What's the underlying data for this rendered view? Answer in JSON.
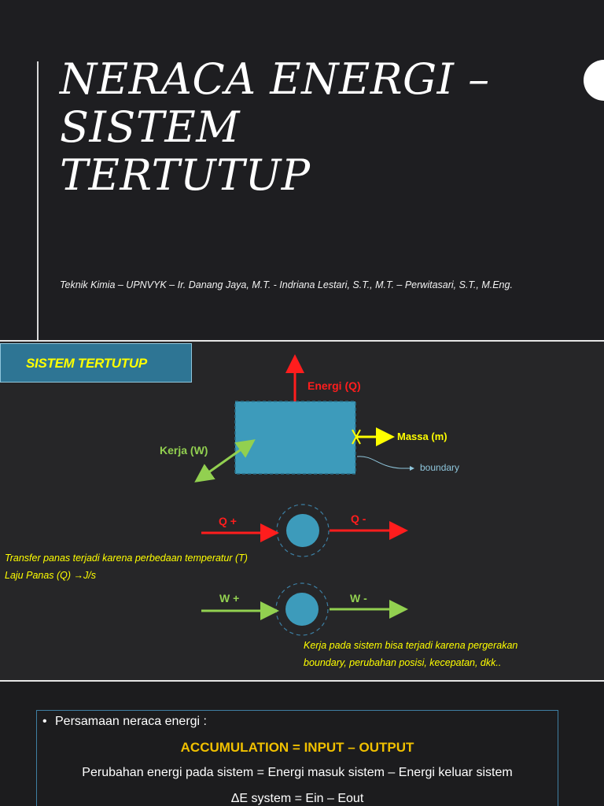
{
  "slide1": {
    "title_lines": [
      "NERACA ENERGI –",
      "SISTEM",
      "TERTUTUP"
    ],
    "subtitle": "Teknik Kimia – UPNVYK – Ir. Danang Jaya, M.T. - Indriana Lestari, S.T., M.T. – Perwitasari, S.T., M.Eng."
  },
  "slide2": {
    "heading": "SISTEM TERTUTUP",
    "energy_label": "Energi (Q)",
    "mass_label": "Massa (m)",
    "work_label": "Kerja (W)",
    "boundary_label": "boundary",
    "q_plus": "Q +",
    "q_minus": "Q -",
    "w_plus": "W +",
    "w_minus": "W -",
    "heat_note_line1": "Transfer panas terjadi karena perbedaan temperatur (T)",
    "heat_note_line2_prefix": "Laju Panas (Q) ",
    "heat_note_line2_arrow": "→",
    "heat_note_line2_suffix": "J/s",
    "work_note_line1": "Kerja pada sistem bisa terjadi karena pergerakan",
    "work_note_line2": "boundary, perubahan posisi, kecepatan, dkk..",
    "colors": {
      "heat": "#ff1d1d",
      "mass": "#ffff00",
      "work": "#92d050",
      "system": "#3d9bbb"
    }
  },
  "slide3": {
    "bullet": "•",
    "intro": "Persamaan neraca energi :",
    "equation": "ACCUMULATION = INPUT – OUTPUT",
    "equation_words": "Perubahan energi pada sistem = Energi masuk sistem – Energi keluar sistem",
    "equation_symbolic": "ΔE system = Ein – Eout"
  }
}
